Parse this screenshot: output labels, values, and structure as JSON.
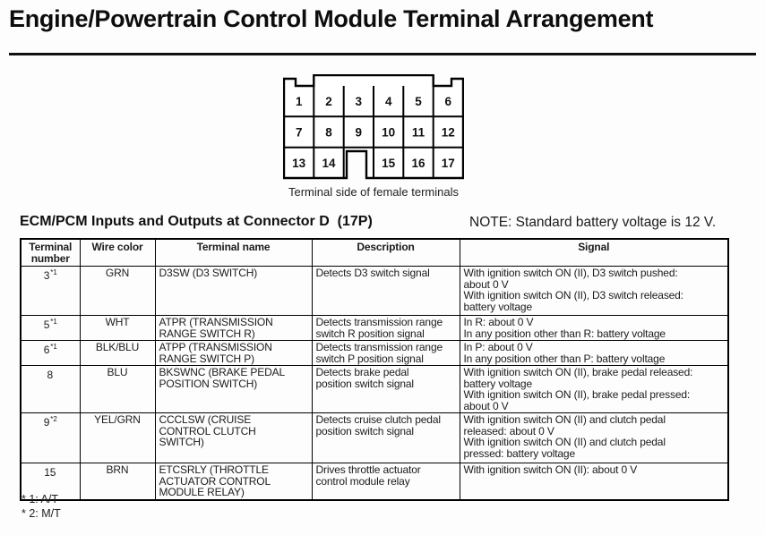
{
  "page": {
    "title": "Engine/Powertrain Control Module Terminal Arrangement"
  },
  "connector": {
    "caption": "Terminal side of female terminals",
    "row1": [
      "1",
      "2",
      "3",
      "4",
      "5",
      "6"
    ],
    "row2": [
      "7",
      "8",
      "9",
      "10",
      "11",
      "12"
    ],
    "row3": [
      "13",
      "14",
      "15",
      "16",
      "17"
    ]
  },
  "section": {
    "heading": "ECM/PCM Inputs and Outputs at Connector D  (17P)",
    "note": "NOTE: Standard battery voltage is 12 V."
  },
  "table": {
    "headers": {
      "terminal": [
        "Terminal",
        "number"
      ],
      "wire": "Wire color",
      "name": "Terminal name",
      "description": "Description",
      "signal": "Signal"
    },
    "rows": [
      {
        "terminal": "3",
        "note_ref": "*1",
        "wire": "GRN",
        "name": [
          "D3SW (D3 SWITCH)"
        ],
        "description": [
          "Detects D3 switch signal"
        ],
        "signal": [
          "With ignition switch ON (II), D3 switch pushed:",
          "about 0 V",
          "With ignition switch ON (II), D3 switch released:",
          "battery voltage"
        ]
      },
      {
        "terminal": "5",
        "note_ref": "*1",
        "wire": "WHT",
        "name": [
          "ATPR (TRANSMISSION",
          "RANGE SWITCH R)"
        ],
        "description": [
          "Detects transmission range",
          "switch R position signal"
        ],
        "signal": [
          "In R: about 0 V",
          "In any position other than R: battery voltage"
        ]
      },
      {
        "terminal": "6",
        "note_ref": "*1",
        "wire": "BLK/BLU",
        "name": [
          "ATPP (TRANSMISSION",
          "RANGE SWITCH P)"
        ],
        "description": [
          "Detects transmission range",
          "switch P position signal"
        ],
        "signal": [
          "In P: about 0 V",
          "In any position other than P: battery voltage"
        ]
      },
      {
        "terminal": "8",
        "note_ref": "",
        "wire": "BLU",
        "name": [
          "BKSWNC (BRAKE PEDAL",
          "POSITION SWITCH)"
        ],
        "description": [
          "Detects brake pedal",
          "position switch signal"
        ],
        "signal": [
          "With ignition switch ON (II), brake pedal released:",
          "battery voltage",
          "With ignition switch ON (II), brake pedal pressed:",
          "about 0 V"
        ]
      },
      {
        "terminal": "9",
        "note_ref": "*2",
        "wire": "YEL/GRN",
        "name": [
          "CCCLSW (CRUISE",
          "CONTROL CLUTCH",
          "SWITCH)"
        ],
        "description": [
          "Detects cruise clutch pedal",
          "position switch signal"
        ],
        "signal": [
          "With ignition switch ON (II) and clutch pedal",
          "released: about 0 V",
          "With ignition switch ON (II) and clutch pedal",
          "pressed: battery voltage"
        ]
      },
      {
        "terminal": "15",
        "note_ref": "",
        "wire": "BRN",
        "name": [
          "ETCSRLY (THROTTLE",
          "ACTUATOR CONTROL",
          "MODULE RELAY)"
        ],
        "description": [
          "Drives throttle actuator",
          "control module relay"
        ],
        "signal": [
          "With ignition switch ON (II): about 0 V"
        ]
      }
    ],
    "footnotes": [
      "* 1: A/T",
      "* 2: M/T"
    ]
  }
}
